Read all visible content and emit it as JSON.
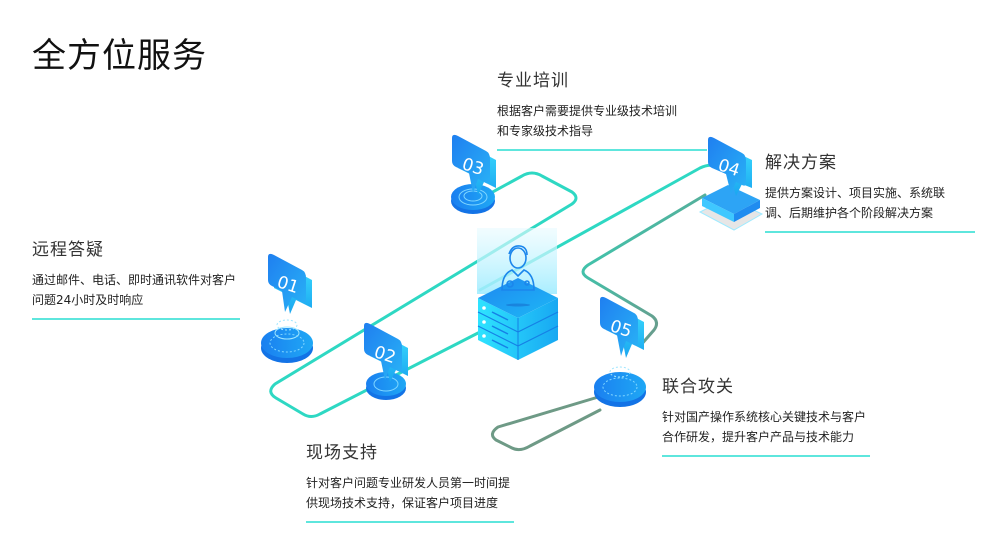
{
  "page": {
    "title": "全方位服务"
  },
  "services": [
    {
      "number": "01",
      "title": "远程答疑",
      "description_lines": [
        "通过邮件、电话、即时通讯软件对客户",
        "问题24小时及时响应"
      ]
    },
    {
      "number": "02",
      "title": "现场支持",
      "description_lines": [
        "针对客户问题专业研发人员第一时间提",
        "供现场技术支持，保证客户项目进度"
      ]
    },
    {
      "number": "03",
      "title": "专业培训",
      "description_lines": [
        "根据客户需要提供专业级技术培训",
        "和专家级技术指导"
      ]
    },
    {
      "number": "04",
      "title": "解决方案",
      "description_lines": [
        "提供方案设计、项目实施、系统联",
        "调、后期维护各个阶段解决方案"
      ]
    },
    {
      "number": "05",
      "title": "联合攻关",
      "description_lines": [
        "针对国产操作系统核心关键技术与客户",
        "合作研发，提升客户产品与技术能力"
      ]
    }
  ],
  "colors": {
    "accent_teal": "#2ed8c3",
    "underline": "#5ee6dd",
    "path_gray_green": "#6e9a86",
    "pin_blue": "#1a8cf0",
    "pin_blue_light": "#2fc0f8",
    "server_cyan": "#22d6f5"
  },
  "icons": {
    "center": "support-agent-server-icon",
    "pin": "map-pin-bubble-icon"
  }
}
